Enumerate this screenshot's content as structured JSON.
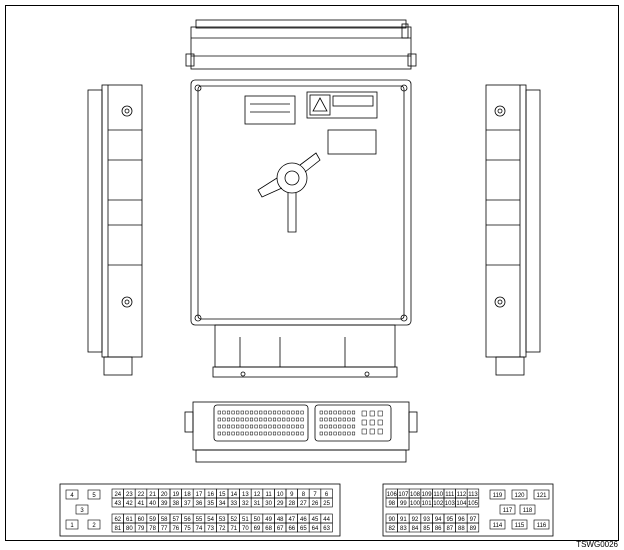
{
  "figure_id": "TSWG0026",
  "left_block": {
    "small_top": [
      "4",
      "5"
    ],
    "small_mid": "3",
    "small_bottom": [
      "1",
      "2"
    ],
    "top_rows": [
      [
        "24",
        "23",
        "22",
        "21",
        "20",
        "19",
        "18",
        "17",
        "16",
        "15",
        "14",
        "13",
        "12",
        "11",
        "10",
        "9",
        "8",
        "7",
        "6"
      ],
      [
        "43",
        "42",
        "41",
        "40",
        "39",
        "38",
        "37",
        "36",
        "35",
        "34",
        "33",
        "32",
        "31",
        "30",
        "29",
        "28",
        "27",
        "26",
        "25"
      ]
    ],
    "bottom_rows": [
      [
        "62",
        "61",
        "60",
        "59",
        "58",
        "57",
        "56",
        "55",
        "54",
        "53",
        "52",
        "51",
        "50",
        "49",
        "48",
        "47",
        "46",
        "45",
        "44"
      ],
      [
        "81",
        "80",
        "79",
        "78",
        "77",
        "76",
        "75",
        "74",
        "73",
        "72",
        "71",
        "70",
        "69",
        "68",
        "67",
        "66",
        "65",
        "64",
        "63"
      ]
    ]
  },
  "right_block": {
    "top_rows": [
      [
        "106",
        "107",
        "108",
        "109",
        "110",
        "111",
        "112",
        "113"
      ],
      [
        "98",
        "99",
        "100",
        "101",
        "102",
        "103",
        "104",
        "105"
      ]
    ],
    "bottom_rows": [
      [
        "90",
        "91",
        "92",
        "93",
        "94",
        "95",
        "96",
        "97"
      ],
      [
        "82",
        "83",
        "84",
        "85",
        "86",
        "87",
        "88",
        "89"
      ]
    ],
    "side_top": [
      "119",
      "120",
      "121"
    ],
    "side_mid": [
      "117",
      "118"
    ],
    "side_bottom": [
      "114",
      "115",
      "116"
    ]
  }
}
